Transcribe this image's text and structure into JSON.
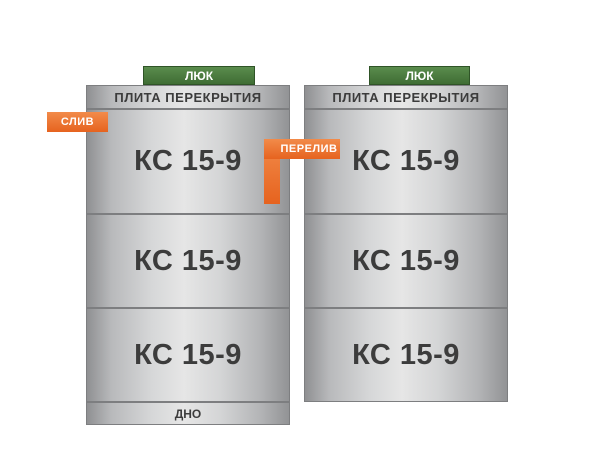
{
  "left_well": {
    "hatch": "ЛЮК",
    "slab": "ПЛИТА ПЕРЕКРЫТИЯ",
    "rings": [
      "КС 15-9",
      "КС 15-9",
      "КС 15-9"
    ],
    "bottom": "ДНО"
  },
  "right_well": {
    "hatch": "ЛЮК",
    "slab": "ПЛИТА ПЕРЕКРЫТИЯ",
    "rings": [
      "КС 15-9",
      "КС 15-9",
      "КС 15-9"
    ]
  },
  "pipes": {
    "drain": "СЛИВ",
    "overflow": "ПЕРЕЛИВ"
  },
  "colors": {
    "hatch": "#4a7a3e",
    "pipe": "#ea6b28",
    "ring_text": "#3c3c3c"
  }
}
